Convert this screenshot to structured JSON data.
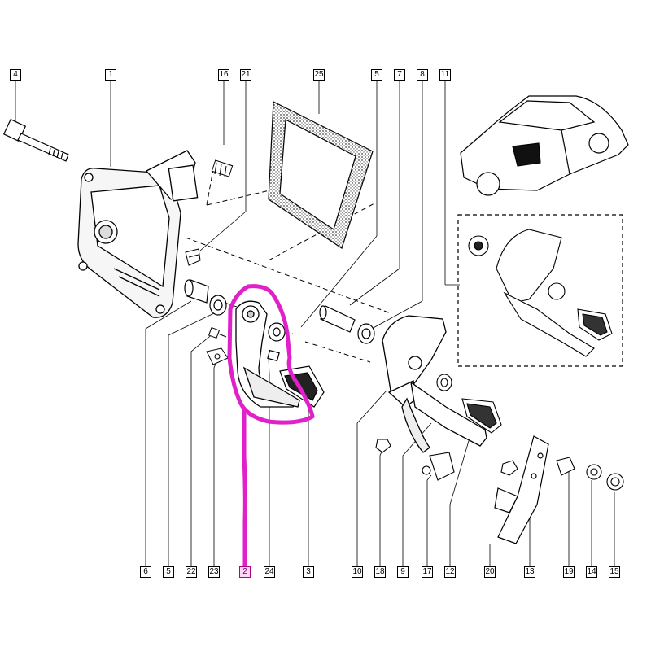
{
  "labels": {
    "top": [
      "4",
      "1",
      "16",
      "21",
      "25",
      "5",
      "7",
      "8",
      "11"
    ],
    "bottom": [
      "6",
      "5",
      "22",
      "23",
      "2",
      "24",
      "3",
      "10",
      "18",
      "9",
      "17",
      "12",
      "20",
      "13",
      "19",
      "14",
      "15"
    ]
  },
  "highlight": {
    "part": "2",
    "color": "#e020c8"
  },
  "colors": {
    "line": "#000000",
    "stipple": "#5a5a5a",
    "fill": "#f4f4f4"
  },
  "icons": {
    "car": "car-outline-icon",
    "inset": "pedal-assembly-inset-icon"
  }
}
